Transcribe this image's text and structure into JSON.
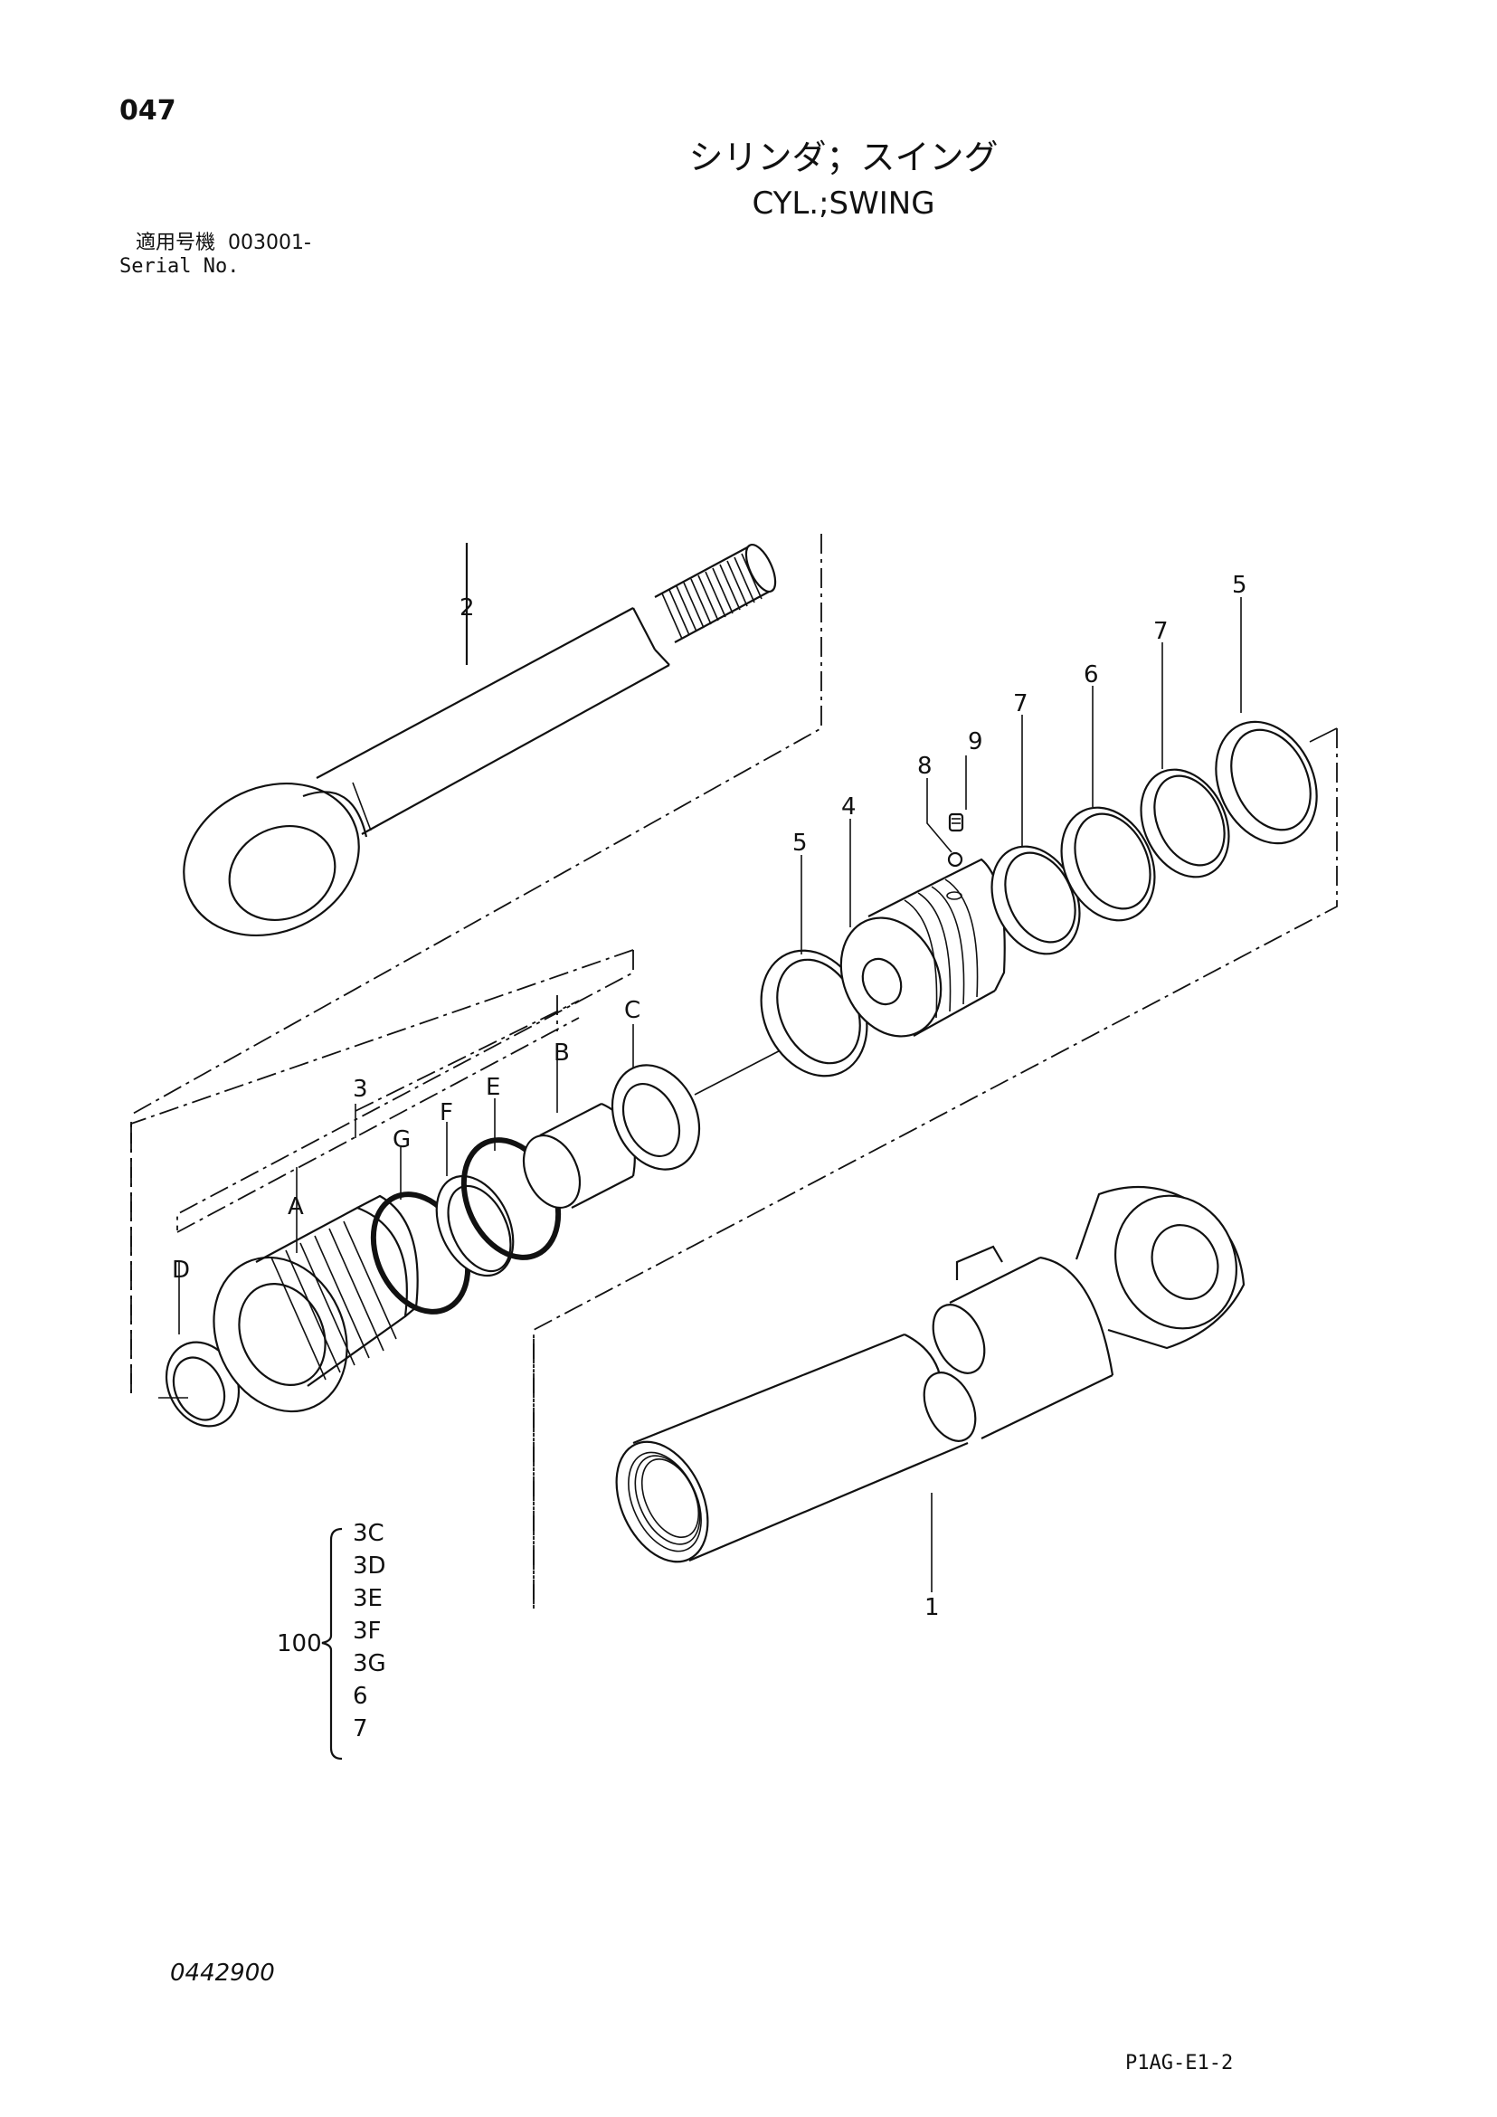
{
  "header": {
    "page_number": "047",
    "title_jp": "シリンダ；スイング",
    "title_en": "CYL.;SWING",
    "serial_label_jp": "適用号機",
    "serial_value": "003001-",
    "serial_label_en": "Serial No."
  },
  "callouts": {
    "c1": "1",
    "c2": "2",
    "c3": "3",
    "c4": "4",
    "c5a": "5",
    "c5b": "5",
    "c6": "6",
    "c7a": "7",
    "c7b": "7",
    "c8": "8",
    "c9": "9",
    "cA": "A",
    "cB": "B",
    "cC": "C",
    "cD": "D",
    "cE": "E",
    "cF": "F",
    "cG": "G"
  },
  "kit": {
    "number": "100",
    "items": [
      "3C",
      "3D",
      "3E",
      "3F",
      "3G",
      "6",
      "7"
    ]
  },
  "footer": {
    "document_number": "0442900",
    "reference_code": "P1AG-E1-2"
  }
}
